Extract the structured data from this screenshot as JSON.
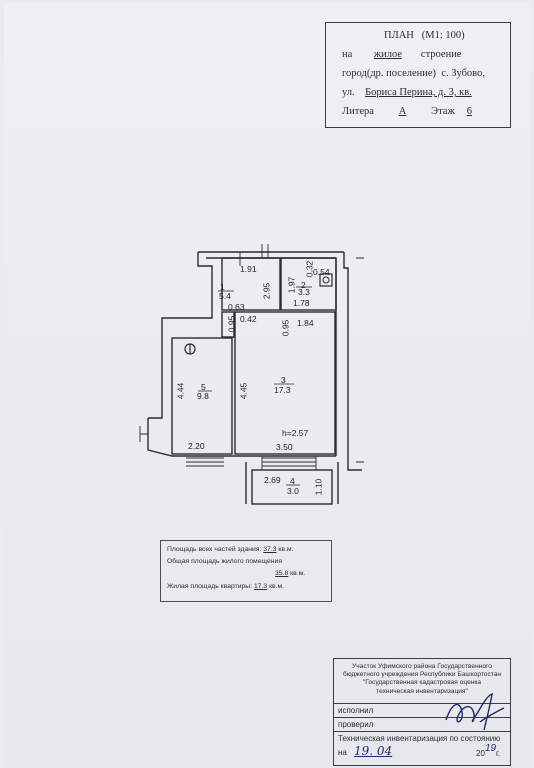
{
  "header": {
    "title": "ПЛАН",
    "scale": "(М1: 100)",
    "na_label": "на",
    "building_type": "жилое",
    "building_word": "строение",
    "city_label": "город(др. поселение)",
    "city_value": "с. Зубово,",
    "street_label": "ул.",
    "street_value": "Бориса Перина, д. 3, кв.",
    "litera_label": "Литера",
    "litera_value": "А",
    "floor_label": "Этаж",
    "floor_value": "6"
  },
  "plan": {
    "rooms": [
      {
        "number": "1",
        "area": "5.4"
      },
      {
        "number": "2",
        "area": "3.3"
      },
      {
        "number": "3",
        "area": "17.3"
      },
      {
        "number": "4",
        "area": "3.0"
      },
      {
        "number": "5",
        "area": "9.8"
      }
    ],
    "dims": {
      "d1_91": "1.91",
      "d0_32": "0.32",
      "d0_54": "0.54",
      "d1_97": "1.97",
      "d2_95": "2.95",
      "d1_78": "1.78",
      "d0_63": "0.63",
      "d0_42": "0.42",
      "d0_95a": "0.95",
      "d0_95b": "0.95",
      "d1_84": "1.84",
      "d4_44": "4.44",
      "d4_45": "4.45",
      "d2_20": "2.20",
      "d3_50": "3.50",
      "d2_69": "2.69",
      "d1_10": "1.10",
      "height": "h=2.57"
    }
  },
  "areas": {
    "total_label": "Площадь всех частей здания:",
    "total_value": "37.3",
    "unit": "кв.м.",
    "living_total_label": "Общая площадь жилого помещения",
    "living_total_value": "35.8",
    "living_label": "Жилая площадь квартиры:",
    "living_value": "17.3"
  },
  "stamp": {
    "org_line1": "Участок Уфимского района Государственного",
    "org_line2": "бюджетного учреждения Республики Башкортостан",
    "org_line3": "\"Государственная кадастровая оценка",
    "org_line4": "техническая инвентаризация\"",
    "executed_label": "исполнил",
    "checked_label": "проверил",
    "inventory_label": "Техническая инвентаризация по состоянию",
    "date_prefix": "на",
    "date_handwritten": "19. 04",
    "year_prefix": "20",
    "year_handwritten": "19",
    "year_suffix": "г."
  }
}
